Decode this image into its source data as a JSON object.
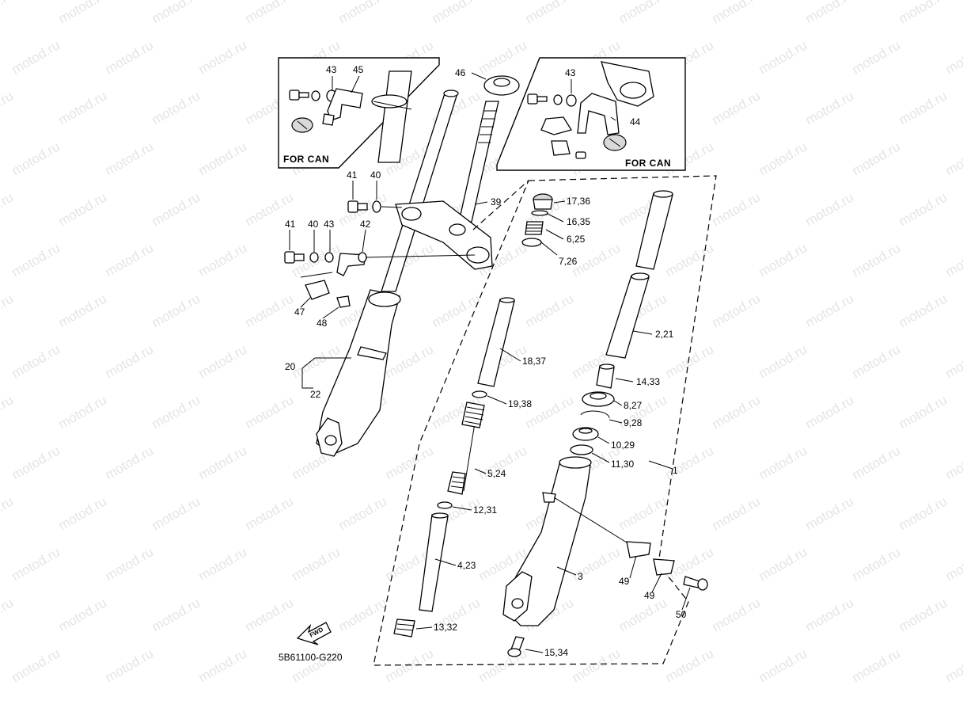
{
  "watermark": {
    "text": "motod.ru"
  },
  "insets": {
    "left_note": "FOR CAN",
    "right_note": "FOR CAN"
  },
  "drawing_code": "5B61100-G220",
  "fwd_label": "FWD",
  "callouts": [
    {
      "id": "43a",
      "text": "43"
    },
    {
      "id": "45",
      "text": "45"
    },
    {
      "id": "46",
      "text": "46"
    },
    {
      "id": "43b",
      "text": "43"
    },
    {
      "id": "44",
      "text": "44"
    },
    {
      "id": "41a",
      "text": "41"
    },
    {
      "id": "40a",
      "text": "40"
    },
    {
      "id": "39",
      "text": "39"
    },
    {
      "id": "41b",
      "text": "41"
    },
    {
      "id": "40b",
      "text": "40"
    },
    {
      "id": "43c",
      "text": "43"
    },
    {
      "id": "42",
      "text": "42"
    },
    {
      "id": "47",
      "text": "47"
    },
    {
      "id": "48",
      "text": "48"
    },
    {
      "id": "20",
      "text": "20"
    },
    {
      "id": "22",
      "text": "22"
    },
    {
      "id": "17_36",
      "text": "17,36"
    },
    {
      "id": "16_35",
      "text": "16,35"
    },
    {
      "id": "6_25",
      "text": "6,25"
    },
    {
      "id": "7_26",
      "text": "7,26"
    },
    {
      "id": "18_37",
      "text": "18,37"
    },
    {
      "id": "19_38",
      "text": "19,38"
    },
    {
      "id": "5_24",
      "text": "5,24"
    },
    {
      "id": "12_31",
      "text": "12,31"
    },
    {
      "id": "4_23",
      "text": "4,23"
    },
    {
      "id": "13_32",
      "text": "13,32"
    },
    {
      "id": "2_21",
      "text": "2,21"
    },
    {
      "id": "14_33",
      "text": "14,33"
    },
    {
      "id": "8_27",
      "text": "8,27"
    },
    {
      "id": "9_28",
      "text": "9,28"
    },
    {
      "id": "10_29",
      "text": "10,29"
    },
    {
      "id": "11_30",
      "text": "11,30"
    },
    {
      "id": "1",
      "text": "1"
    },
    {
      "id": "3",
      "text": "3"
    },
    {
      "id": "49a",
      "text": "49"
    },
    {
      "id": "49b",
      "text": "49"
    },
    {
      "id": "50",
      "text": "50"
    },
    {
      "id": "15_34",
      "text": "15,34"
    }
  ]
}
